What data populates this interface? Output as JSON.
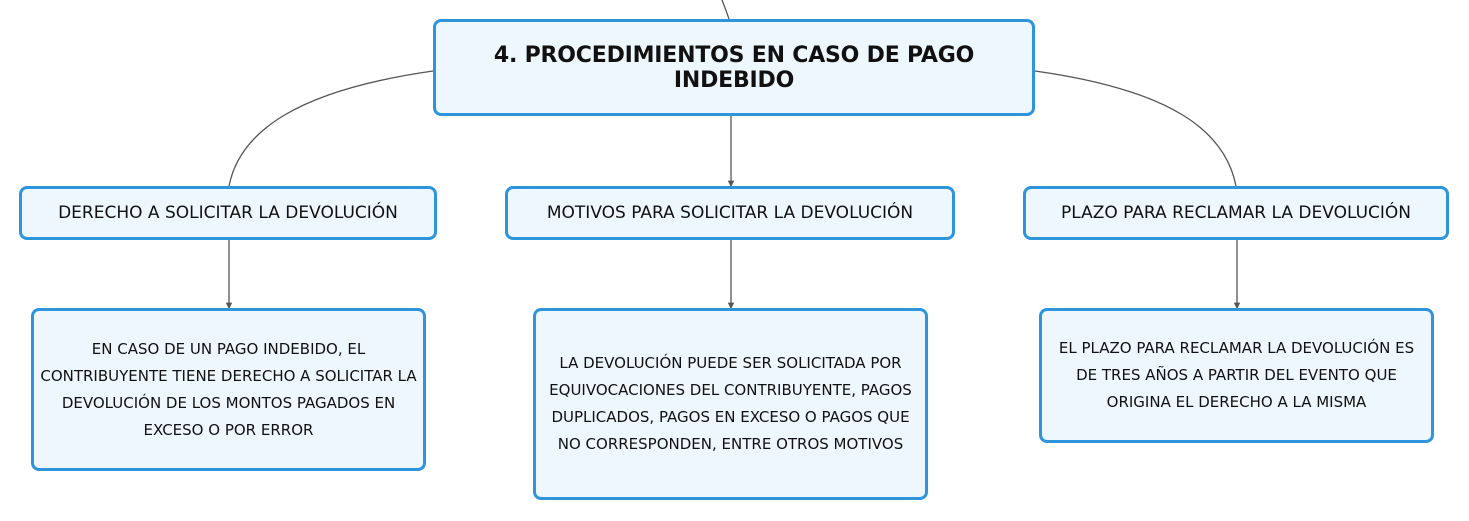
{
  "diagram": {
    "root": {
      "label": "4. PROCEDIMIENTOS EN CASO DE PAGO INDEBIDO"
    },
    "branches": [
      {
        "label": "DERECHO A SOLICITAR LA DEVOLUCIÓN",
        "detail": "EN CASO DE UN PAGO INDEBIDO, EL CONTRIBUYENTE TIENE DERECHO A SOLICITAR LA DEVOLUCIÓN DE LOS MONTOS PAGADOS EN EXCESO O POR ERROR"
      },
      {
        "label": "MOTIVOS PARA SOLICITAR LA DEVOLUCIÓN",
        "detail": "LA DEVOLUCIÓN PUEDE SER SOLICITADA POR EQUIVOCACIONES DEL CONTRIBUYENTE, PAGOS DUPLICADOS, PAGOS EN EXCESO O PAGOS QUE NO CORRESPONDEN, ENTRE OTROS MOTIVOS"
      },
      {
        "label": "PLAZO PARA RECLAMAR LA DEVOLUCIÓN",
        "detail": "EL PLAZO PARA RECLAMAR LA DEVOLUCIÓN ES DE TRES AÑOS A PARTIR DEL EVENTO QUE ORIGINA EL DERECHO A LA MISMA"
      }
    ],
    "colors": {
      "node_border": "#2e95dc",
      "node_fill": "#eef7fd",
      "connector": "#555555",
      "text": "#111111"
    }
  }
}
